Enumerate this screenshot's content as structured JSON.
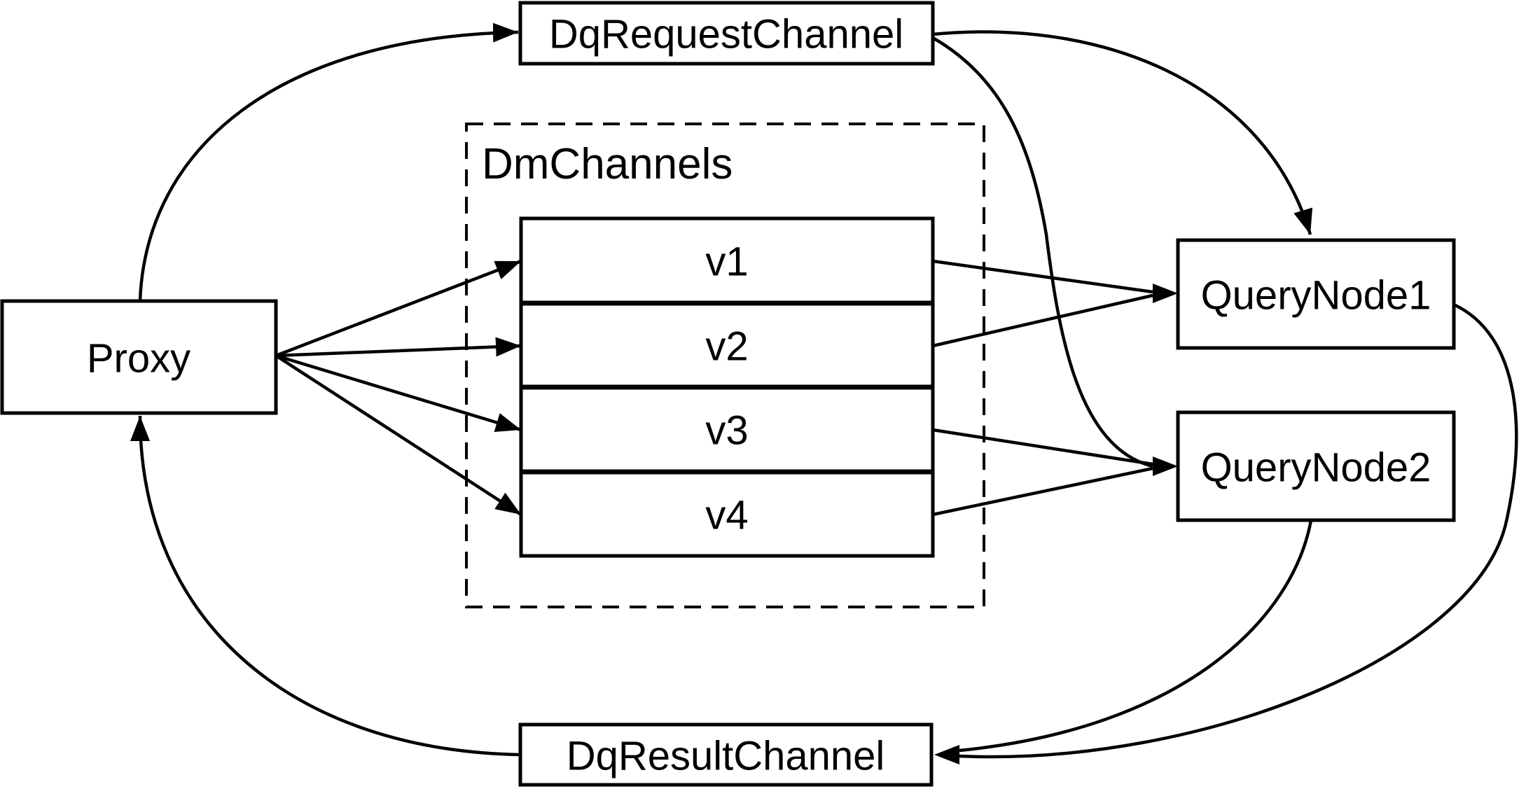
{
  "diagram": {
    "title": "query flow diagram",
    "colors": {
      "stroke": "#000000",
      "background": "#ffffff",
      "text": "#000000"
    },
    "nodes": {
      "proxy": {
        "label": "Proxy"
      },
      "dq_request_channel": {
        "label": "DqRequestChannel"
      },
      "dq_result_channel": {
        "label": "DqResultChannel"
      },
      "query_node_1": {
        "label": "QueryNode1"
      },
      "query_node_2": {
        "label": "QueryNode2"
      },
      "dm_channels": {
        "label": "DmChannels",
        "channels": [
          {
            "label": "v1"
          },
          {
            "label": "v2"
          },
          {
            "label": "v3"
          },
          {
            "label": "v4"
          }
        ]
      }
    },
    "edges": [
      "Proxy -> DqRequestChannel",
      "Proxy -> v1",
      "Proxy -> v2",
      "Proxy -> v3",
      "Proxy -> v4",
      "v1 -> QueryNode1",
      "v2 -> QueryNode1",
      "v3 -> QueryNode2",
      "v4 -> QueryNode2",
      "DqRequestChannel -> QueryNode1",
      "DqRequestChannel -> QueryNode2",
      "QueryNode1 -> DqResultChannel",
      "QueryNode2 -> DqResultChannel",
      "DqResultChannel -> Proxy"
    ]
  }
}
